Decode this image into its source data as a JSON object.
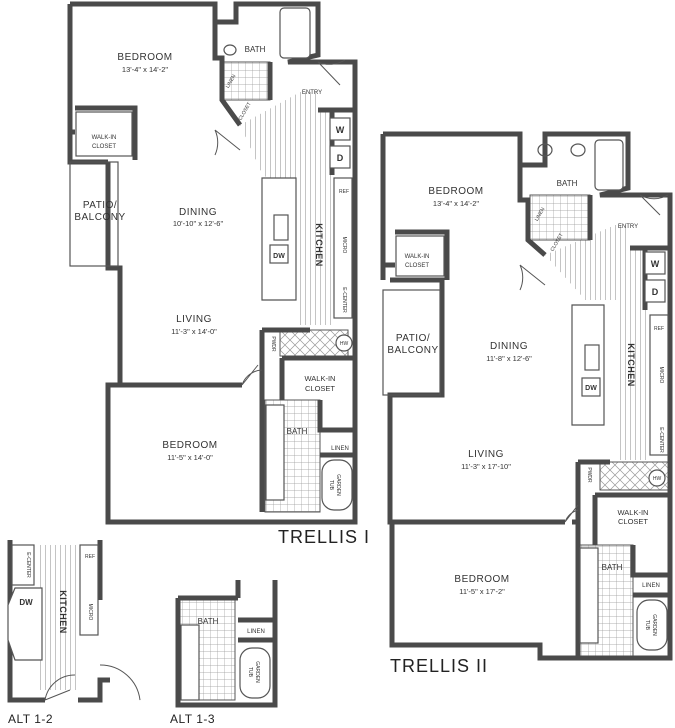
{
  "plans": [
    {
      "title": "TRELLIS I",
      "rooms": {
        "bedroom1": {
          "label": "BEDROOM",
          "dims": "13'-4\" x 14'-2\""
        },
        "bath1": {
          "label": "BATH"
        },
        "linen1": {
          "label": "LINEN"
        },
        "closet1": {
          "label": "CLOSET"
        },
        "entry": {
          "label": "ENTRY"
        },
        "walkin1_line1": {
          "label": "WALK-IN"
        },
        "walkin1_line2": {
          "label": "CLOSET"
        },
        "patio_line1": {
          "label": "PATIO/"
        },
        "patio_line2": {
          "label": "BALCONY"
        },
        "dining": {
          "label": "DINING",
          "dims": "10'-10\" x 12'-6\""
        },
        "kitchen": {
          "label": "KITCHEN"
        },
        "living": {
          "label": "LIVING",
          "dims": "11'-3\" x 14'-0\""
        },
        "bedroom2": {
          "label": "BEDROOM",
          "dims": "11'-5\" x 14'-0\""
        },
        "walkin2_line1": {
          "label": "WALK-IN"
        },
        "walkin2_line2": {
          "label": "CLOSET"
        },
        "bath2": {
          "label": "BATH"
        },
        "linen2": {
          "label": "LINEN"
        },
        "tub_line1": {
          "label": "GARDEN"
        },
        "tub_line2": {
          "label": "TUB"
        }
      },
      "appliances": {
        "w": "W",
        "d": "D",
        "ref": "REF",
        "micro": "MICRO",
        "dw": "DW",
        "ecenter": "E-CENTER",
        "hw": "HW",
        "pwdr": "PWDR"
      }
    },
    {
      "title": "TRELLIS II",
      "rooms": {
        "bedroom1": {
          "label": "BEDROOM",
          "dims": "13'-4\" x 14'-2\""
        },
        "bath1": {
          "label": "BATH"
        },
        "linen1": {
          "label": "LINEN"
        },
        "closet1": {
          "label": "CLOSET"
        },
        "entry": {
          "label": "ENTRY"
        },
        "walkin1_line1": {
          "label": "WALK-IN"
        },
        "walkin1_line2": {
          "label": "CLOSET"
        },
        "patio_line1": {
          "label": "PATIO/"
        },
        "patio_line2": {
          "label": "BALCONY"
        },
        "dining": {
          "label": "DINING",
          "dims": "11'-8\" x 12'-6\""
        },
        "kitchen": {
          "label": "KITCHEN"
        },
        "living": {
          "label": "LIVING",
          "dims": "11'-3\" x 17'-10\""
        },
        "bedroom2": {
          "label": "BEDROOM",
          "dims": "11'-5\" x 17'-2\""
        },
        "walkin2_line1": {
          "label": "WALK-IN"
        },
        "walkin2_line2": {
          "label": "CLOSET"
        },
        "bath2": {
          "label": "BATH"
        },
        "linen2": {
          "label": "LINEN"
        },
        "tub_line1": {
          "label": "GARDEN"
        },
        "tub_line2": {
          "label": "TUB"
        }
      },
      "appliances": {
        "w": "W",
        "d": "D",
        "ref": "REF",
        "micro": "MICRO",
        "dw": "DW",
        "ecenter": "E-CENTER",
        "hw": "HW",
        "pwdr": "PWDR"
      }
    }
  ],
  "alternates": [
    {
      "title": "ALT 1-2",
      "labels": {
        "ecenter": "E-CENTER",
        "ref": "REF",
        "dw": "DW",
        "kitchen": "KITCHEN",
        "micro": "MICRO"
      }
    },
    {
      "title": "ALT 1-3",
      "labels": {
        "bath": "BATH",
        "linen": "LINEN",
        "tub_line1": "GARDEN",
        "tub_line2": "TUB"
      }
    }
  ]
}
